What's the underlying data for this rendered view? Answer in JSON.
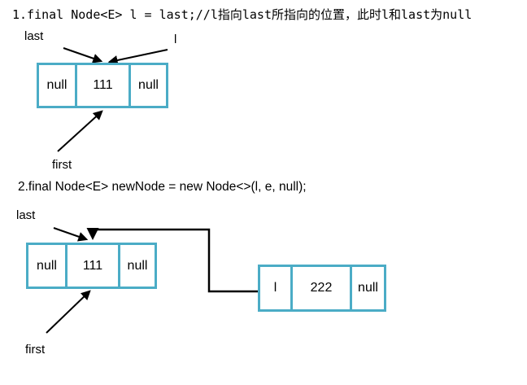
{
  "section1": {
    "title": "1.final Node<E> l = last;//l指向last所指向的位置，此时l和last为null",
    "label_last": "last",
    "label_l": "l",
    "label_first": "first",
    "node": {
      "prev": "null",
      "value": "111",
      "next": "null"
    }
  },
  "section2": {
    "title": "2.final Node<E> newNode = new Node<>(l, e, null);",
    "label_last": "last",
    "label_first": "first",
    "old_node": {
      "prev": "null",
      "value": "111",
      "next": "null"
    },
    "new_node": {
      "prev": "l",
      "value": "222",
      "next": "null"
    }
  },
  "colors": {
    "node_border": "#4BACC6",
    "line": "#000000",
    "text": "#000000",
    "background": "#FFFFFF"
  }
}
